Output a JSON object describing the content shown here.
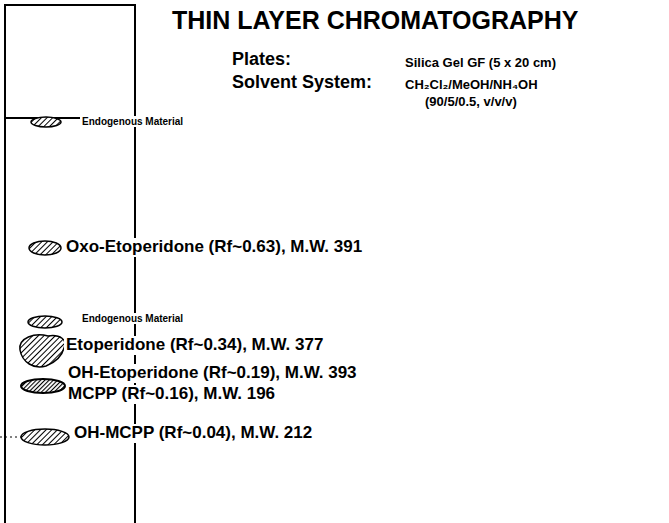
{
  "diagram": {
    "title": "THIN LAYER CHROMATOGRAPHY",
    "labels": [
      "Plates:",
      "Silica Gel GF (5 x 20 cm)",
      "Solvent System:",
      "CH₂Cl₂/MeOH/NH₄OH",
      "(90/5/0.5, v/v/v)",
      "Endogenous Material",
      "Oxo-Etoperidone (Rf~0.63), M.W. 391",
      "Endogenous Material",
      "Etoperidone (Rf~0.34), M.W. 377",
      "OH-Etoperidone (Rf~0.19), M.W. 393",
      "MCPP (Rf~0.16), M.W. 196",
      "OH-MCPP (Rf~0.04), M.W. 212"
    ]
  }
}
